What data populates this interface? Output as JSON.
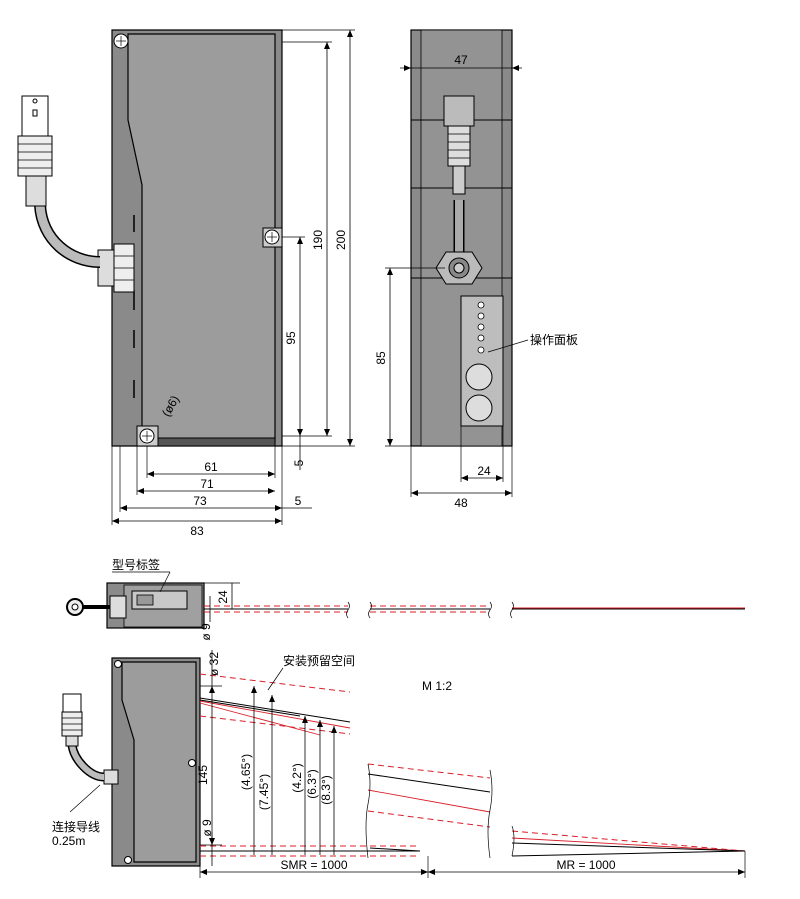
{
  "dimensions": {
    "d47": "47",
    "d190": "190",
    "d200": "200",
    "d95": "95",
    "d85": "85",
    "d5v": "5",
    "d61": "61",
    "d71": "71",
    "d73": "73",
    "d5h": "5",
    "d83": "83",
    "d24b": "24",
    "d48": "48",
    "phi6": "(ø6)",
    "d24s": "24",
    "phi9a": "ø 9",
    "phi32": "ø 32",
    "d145": "145",
    "phi9b": "ø 9"
  },
  "angles": {
    "a465": "(4.65°)",
    "a745": "(7.45°)",
    "a42": "(4.2°)",
    "a63": "(6.3°)",
    "a83": "(8.3°)"
  },
  "labels": {
    "control_panel": "操作面板",
    "model_label": "型号标签",
    "install_space": "安装预留空间",
    "scale": "M 1:2",
    "cable_line1": "连接导线",
    "cable_line2": "0.25m",
    "smr": "SMR = 1000",
    "mr": "MR = 1000"
  }
}
